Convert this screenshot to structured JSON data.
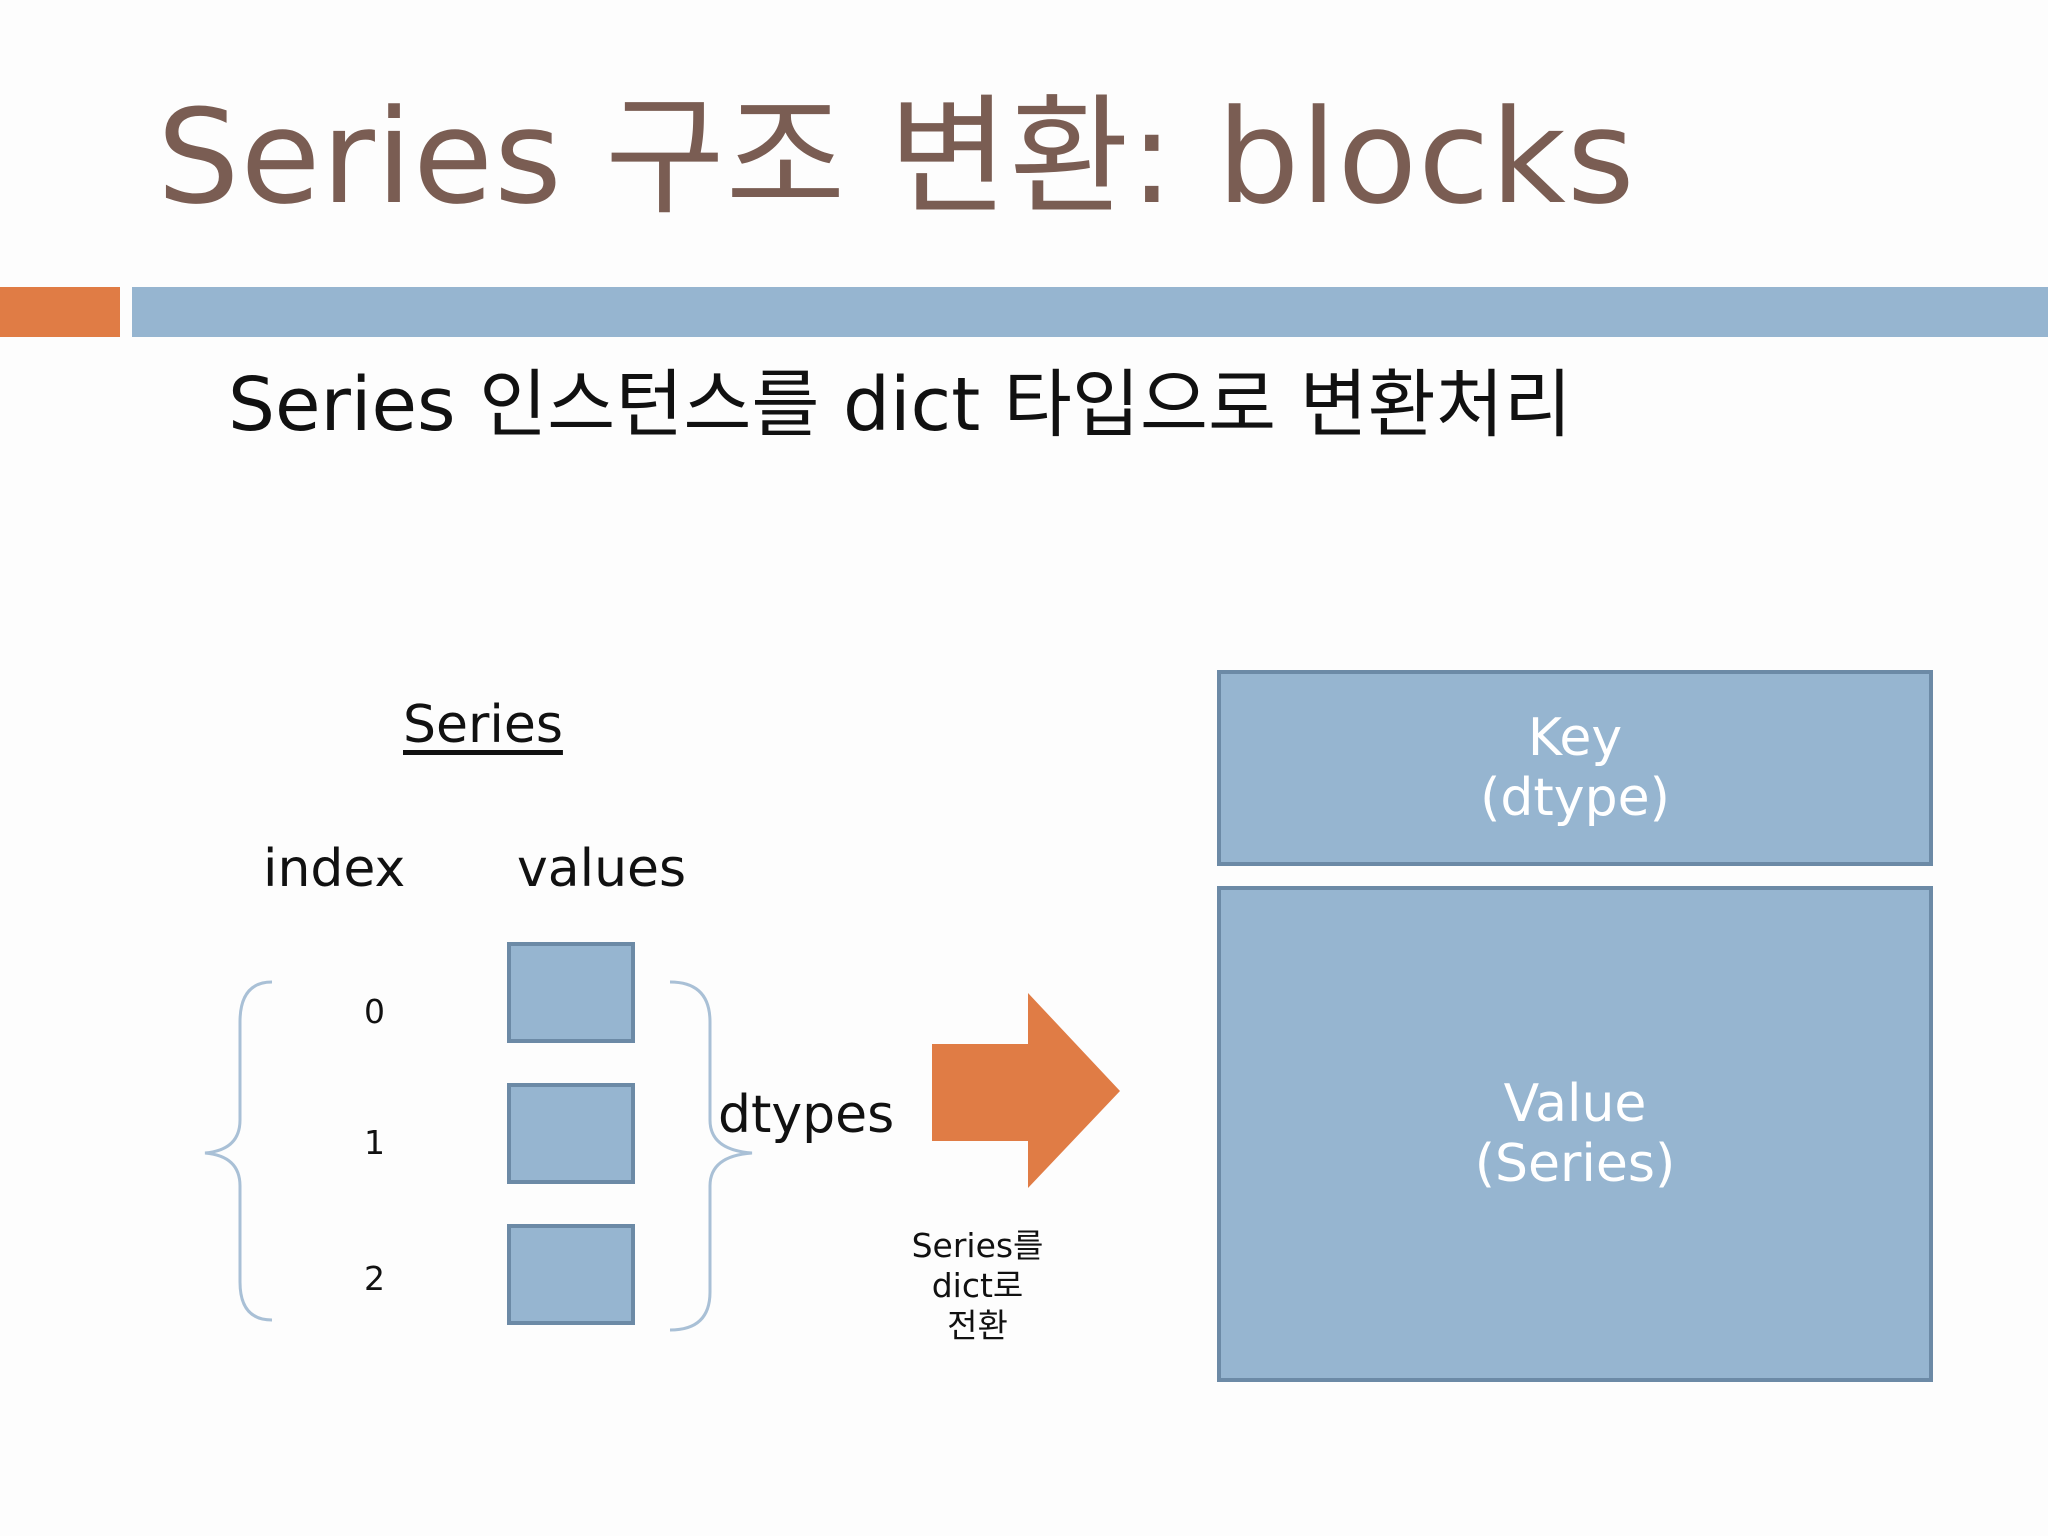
{
  "title": "Series 구조 변환:  blocks",
  "subtitle": "Series 인스턴스를 dict 타입으로 변환처리",
  "diagram": {
    "series_label": "Series",
    "index_label": "index",
    "values_label": "values",
    "index_items": [
      "0",
      "1",
      "2"
    ],
    "dtypes_label": "dtypes",
    "arrow_caption": [
      "Series를",
      "dict로",
      "전환"
    ],
    "key_box": {
      "line1": "Key",
      "line2": "(dtype)"
    },
    "value_box": {
      "line1": "Value",
      "line2": "(Series)"
    }
  },
  "colors": {
    "title": "#7a5d53",
    "accent_orange": "#e07c45",
    "accent_blue": "#96b5d0",
    "box_fill": "#96b5d0",
    "box_border": "#6c8aa6",
    "brace": "#a9c0d6",
    "arrow": "#e07c45"
  }
}
